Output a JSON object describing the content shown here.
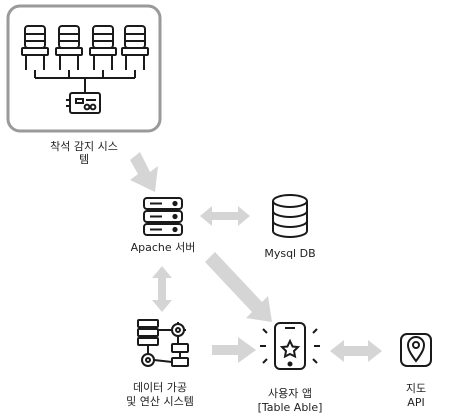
{
  "nodes": {
    "seat_system": {
      "label_line1": "착석 감지 시스",
      "label_line2": "템",
      "icon": "chairs-with-sensor-icon"
    },
    "apache": {
      "label": "Apache 서버",
      "icon": "server-icon"
    },
    "mysql": {
      "label": "Mysql DB",
      "icon": "database-icon"
    },
    "processing": {
      "label_line1": "데이터 가공",
      "label_line2": "및 연산 시스템",
      "icon": "data-processing-icon"
    },
    "user_app": {
      "label_line1": "사용자 앱",
      "label_line2": "[Table Able]",
      "icon": "smartphone-app-icon"
    },
    "map_api": {
      "label_line1": "지도",
      "label_line2": "API",
      "icon": "map-pin-icon"
    }
  },
  "edges": [
    {
      "from": "seat_system",
      "to": "apache",
      "direction": "one-way"
    },
    {
      "from": "apache",
      "to": "mysql",
      "direction": "two-way"
    },
    {
      "from": "apache",
      "to": "processing",
      "direction": "two-way"
    },
    {
      "from": "apache",
      "to": "user_app",
      "direction": "one-way"
    },
    {
      "from": "processing",
      "to": "user_app",
      "direction": "one-way"
    },
    {
      "from": "user_app",
      "to": "map_api",
      "direction": "two-way"
    }
  ],
  "colors": {
    "arrow": "#d5d5d5",
    "frame_border": "#9a9a9a",
    "icon_stroke": "#1a1a1a"
  }
}
